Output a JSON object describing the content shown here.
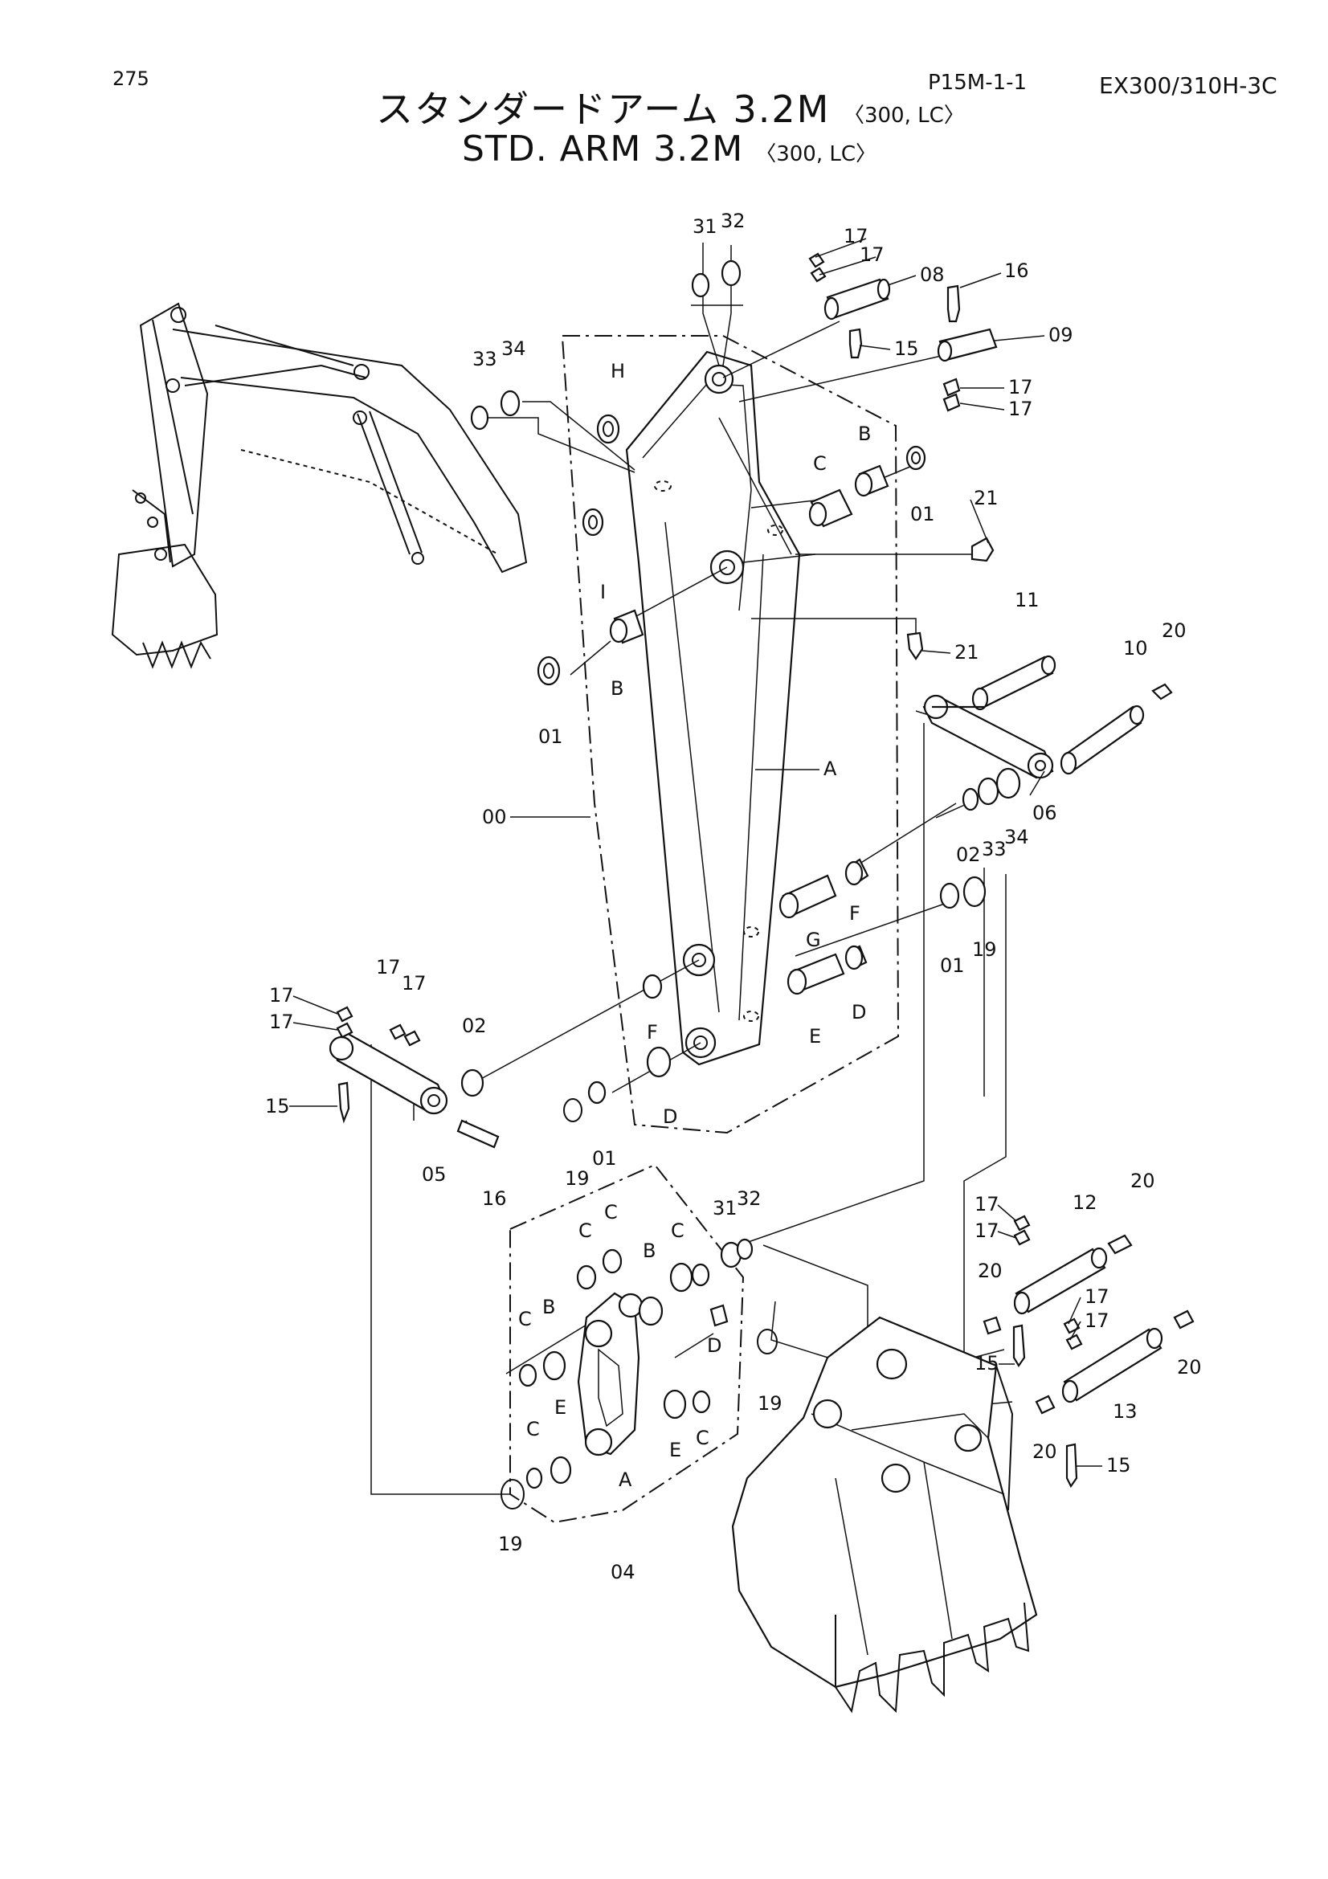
{
  "page": {
    "page_number": "275",
    "drawing_code": "P15M-1-1",
    "model": "EX300/310H-3C",
    "title_ja": "スタンダードアーム 3.2M",
    "title_ja_variant": "〈300, LC〉",
    "title_en": "STD. ARM 3.2M",
    "title_en_variant": "〈300, LC〉"
  },
  "callouts": [
    {
      "id": "c-31-top",
      "label": "31"
    },
    {
      "id": "c-32-top",
      "label": "32"
    },
    {
      "id": "c-17-a",
      "label": "17"
    },
    {
      "id": "c-17-b",
      "label": "17"
    },
    {
      "id": "c-08",
      "label": "08"
    },
    {
      "id": "c-16-top",
      "label": "16"
    },
    {
      "id": "c-09",
      "label": "09"
    },
    {
      "id": "c-15-top",
      "label": "15"
    },
    {
      "id": "c-17-c",
      "label": "17"
    },
    {
      "id": "c-17-d",
      "label": "17"
    },
    {
      "id": "c-33-top",
      "label": "33"
    },
    {
      "id": "c-34-top",
      "label": "34"
    },
    {
      "id": "c-H",
      "label": "H"
    },
    {
      "id": "c-I",
      "label": "I"
    },
    {
      "id": "c-C-top",
      "label": "C"
    },
    {
      "id": "c-B-top",
      "label": "B"
    },
    {
      "id": "c-01-top",
      "label": "01"
    },
    {
      "id": "c-21-top",
      "label": "21"
    },
    {
      "id": "c-21-mid",
      "label": "21"
    },
    {
      "id": "c-B-left",
      "label": "B"
    },
    {
      "id": "c-01-left",
      "label": "01"
    },
    {
      "id": "c-11",
      "label": "11"
    },
    {
      "id": "c-20-top",
      "label": "20"
    },
    {
      "id": "c-10",
      "label": "10"
    },
    {
      "id": "c-A-arm",
      "label": "A"
    },
    {
      "id": "c-00",
      "label": "00"
    },
    {
      "id": "c-06",
      "label": "06"
    },
    {
      "id": "c-02-right",
      "label": "02"
    },
    {
      "id": "c-33-mid",
      "label": "33"
    },
    {
      "id": "c-34-mid",
      "label": "34"
    },
    {
      "id": "c-F-right",
      "label": "F"
    },
    {
      "id": "c-G",
      "label": "G"
    },
    {
      "id": "c-01-right",
      "label": "01"
    },
    {
      "id": "c-19-right",
      "label": "19"
    },
    {
      "id": "c-D-right",
      "label": "D"
    },
    {
      "id": "c-E-right",
      "label": "E"
    },
    {
      "id": "c-F-mid",
      "label": "F"
    },
    {
      "id": "c-D-mid",
      "label": "D"
    },
    {
      "id": "c-17-e",
      "label": "17"
    },
    {
      "id": "c-17-f",
      "label": "17"
    },
    {
      "id": "c-17-g",
      "label": "17"
    },
    {
      "id": "c-17-h",
      "label": "17"
    },
    {
      "id": "c-02-left",
      "label": "02"
    },
    {
      "id": "c-15-left",
      "label": "15"
    },
    {
      "id": "c-05",
      "label": "05"
    },
    {
      "id": "c-16-left",
      "label": "16"
    },
    {
      "id": "c-19-mid",
      "label": "19"
    },
    {
      "id": "c-01-mid",
      "label": "01"
    },
    {
      "id": "c-31-low",
      "label": "31"
    },
    {
      "id": "c-32-low",
      "label": "32"
    },
    {
      "id": "c-17-i",
      "label": "17"
    },
    {
      "id": "c-17-j",
      "label": "17"
    },
    {
      "id": "c-12",
      "label": "12"
    },
    {
      "id": "c-20-r1",
      "label": "20"
    },
    {
      "id": "c-C-l1",
      "label": "C"
    },
    {
      "id": "c-C-l2",
      "label": "C"
    },
    {
      "id": "c-B-l1",
      "label": "B"
    },
    {
      "id": "c-C-l3",
      "label": "C"
    },
    {
      "id": "c-C-l4",
      "label": "C"
    },
    {
      "id": "c-B-l2",
      "label": "B"
    },
    {
      "id": "c-D-low",
      "label": "D"
    },
    {
      "id": "c-20-mid",
      "label": "20"
    },
    {
      "id": "c-17-k",
      "label": "17"
    },
    {
      "id": "c-17-l",
      "label": "17"
    },
    {
      "id": "c-15-mid",
      "label": "15"
    },
    {
      "id": "c-20-r2",
      "label": "20"
    },
    {
      "id": "c-19-low",
      "label": "19"
    },
    {
      "id": "c-E-l1",
      "label": "E"
    },
    {
      "id": "c-E-l2",
      "label": "E"
    },
    {
      "id": "c-C-l5",
      "label": "C"
    },
    {
      "id": "c-C-l6",
      "label": "C"
    },
    {
      "id": "c-A-link",
      "label": "A"
    },
    {
      "id": "c-13",
      "label": "13"
    },
    {
      "id": "c-20-low",
      "label": "20"
    },
    {
      "id": "c-15-low",
      "label": "15"
    },
    {
      "id": "c-19-left",
      "label": "19"
    },
    {
      "id": "c-04",
      "label": "04"
    }
  ]
}
